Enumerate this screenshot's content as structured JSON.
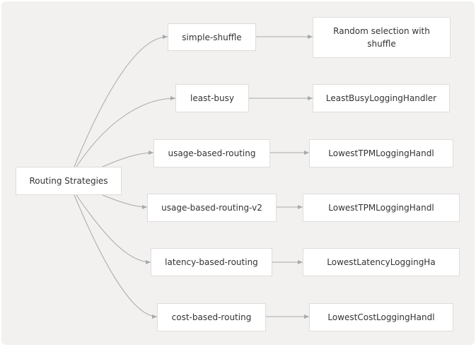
{
  "root": {
    "label": "Routing Strategies"
  },
  "strategies": [
    {
      "label": "simple-shuffle",
      "handler": "Random selection with shuffle"
    },
    {
      "label": "least-busy",
      "handler": "LeastBusyLoggingHandler"
    },
    {
      "label": "usage-based-routing",
      "handler": "LowestTPMLoggingHandl"
    },
    {
      "label": "usage-based-routing-v2",
      "handler": "LowestTPMLoggingHandl"
    },
    {
      "label": "latency-based-routing",
      "handler": "LowestLatencyLoggingHa"
    },
    {
      "label": "cost-based-routing",
      "handler": "LowestCostLoggingHandl"
    }
  ],
  "colors": {
    "edge": "#a9a9a9",
    "node_border": "#dedddc",
    "background": "#f2f1f0"
  }
}
